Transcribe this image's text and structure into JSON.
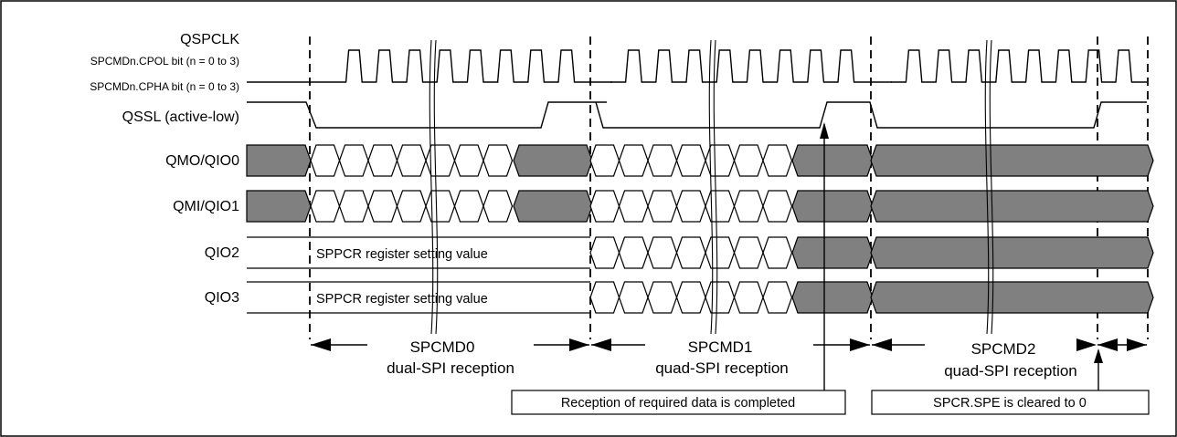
{
  "signals": {
    "qspclk": "QSPCLK",
    "cpol": "SPCMDn.CPOL bit (n = 0 to 3)",
    "cpha": "SPCMDn.CPHA bit (n = 0 to 3)",
    "qssl": "QSSL (active-low)",
    "qmo": "QMO/QIO0",
    "qmi": "QMI/QIO1",
    "qio2": "QIO2",
    "qio3": "QIO3"
  },
  "bus_notes": {
    "qio2": "SPPCR register setting value",
    "qio3": "SPPCR register setting value"
  },
  "segments": [
    {
      "name": "SPCMD0",
      "mode": "dual-SPI reception"
    },
    {
      "name": "SPCMD1",
      "mode": "quad-SPI reception"
    },
    {
      "name": "SPCMD2",
      "mode": "quad-SPI reception"
    }
  ],
  "annotations": {
    "reception_done": "Reception of required data is completed",
    "spe_cleared": "SPCR.SPE is cleared to 0"
  },
  "colors": {
    "hatch": "#808080",
    "line": "#000000",
    "background": "#ffffff"
  }
}
